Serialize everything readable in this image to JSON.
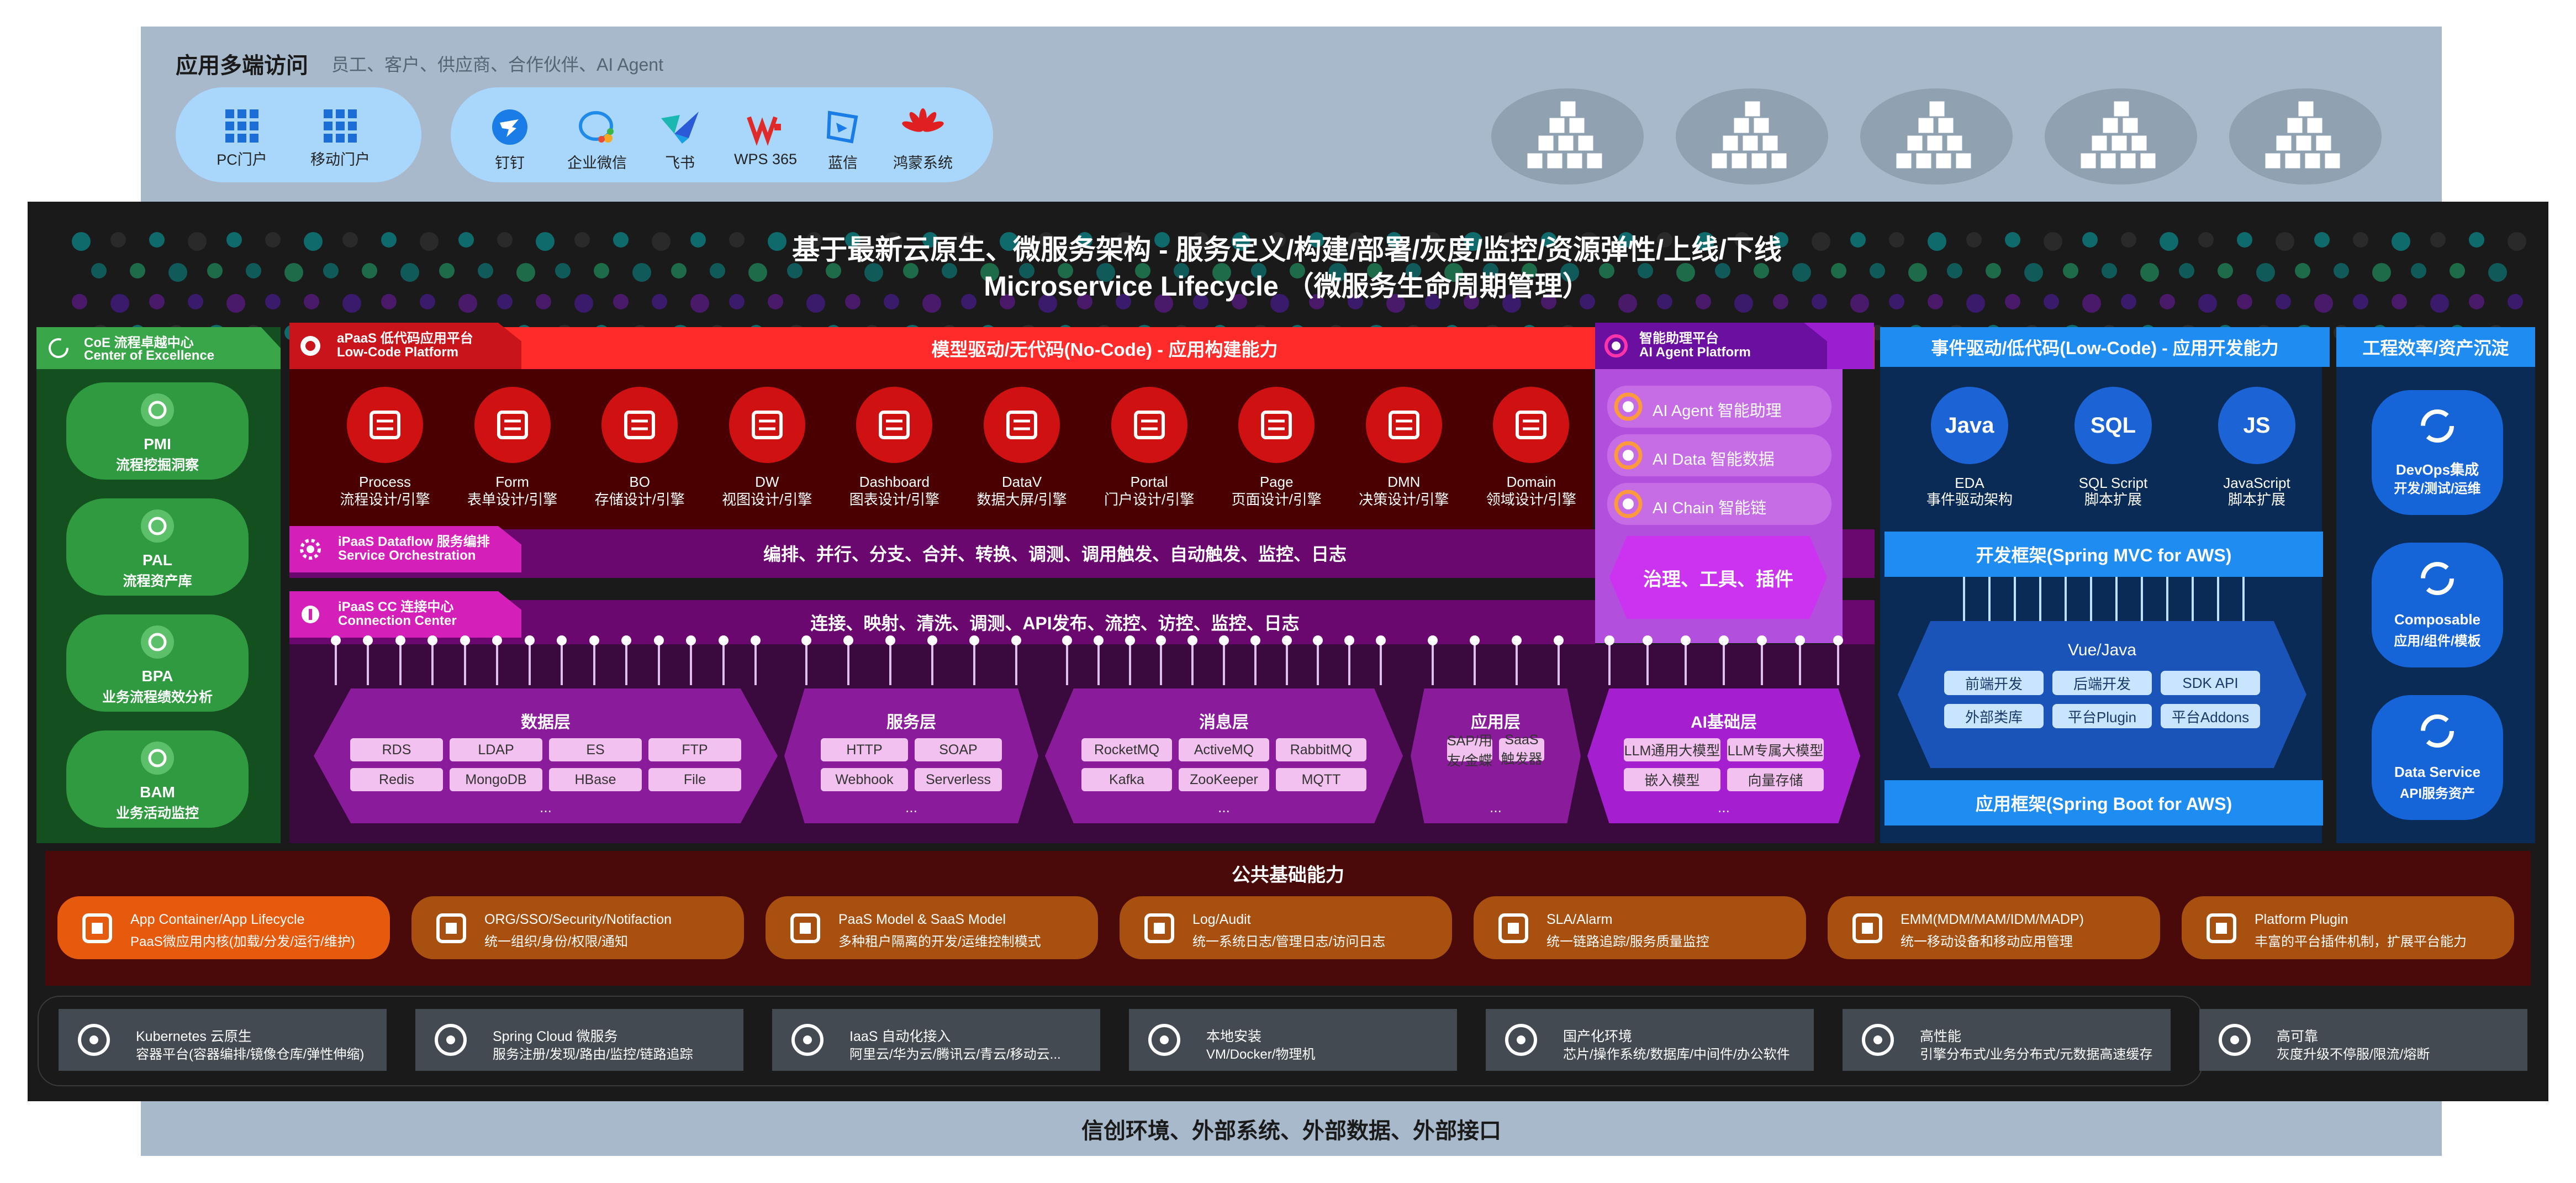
{
  "access": {
    "title": "应用多端访问",
    "subtitle": "员工、客户、供应商、合作伙伴、AI Agent",
    "portals": [
      "PC门户",
      "移动门户"
    ],
    "channels": [
      "钉钉",
      "企业微信",
      "飞书",
      "WPS 365",
      "蓝信",
      "鸿蒙系统"
    ]
  },
  "lifecycle": {
    "title": "基于最新云原生、微服务架构 - 服务定义/构建/部署/灰度/监控/资源弹性/上线/下线",
    "subtitle": "Microservice Lifecycle （微服务生命周期管理）"
  },
  "coe": {
    "badge_cn": "CoE 流程卓越中心",
    "badge_en": "Center of Excellence",
    "items": [
      {
        "name": "PMI",
        "desc": "流程挖掘洞察"
      },
      {
        "name": "PAL",
        "desc": "流程资产库"
      },
      {
        "name": "BPA",
        "desc": "业务流程绩效分析"
      },
      {
        "name": "BAM",
        "desc": "业务活动监控"
      }
    ]
  },
  "apaas": {
    "badge_cn": "aPaaS 低代码应用平台",
    "badge_en": "Low-Code Platform",
    "header": "模型驱动/无代码(No-Code) - 应用构建能力",
    "nodes": [
      {
        "en": "Process",
        "cn": "流程设计/引擎"
      },
      {
        "en": "Form",
        "cn": "表单设计/引擎"
      },
      {
        "en": "BO",
        "cn": "存储设计/引擎"
      },
      {
        "en": "DW",
        "cn": "视图设计/引擎"
      },
      {
        "en": "Dashboard",
        "cn": "图表设计/引擎"
      },
      {
        "en": "DataV",
        "cn": "数据大屏/引擎"
      },
      {
        "en": "Portal",
        "cn": "门户设计/引擎"
      },
      {
        "en": "Page",
        "cn": "页面设计/引擎"
      },
      {
        "en": "DMN",
        "cn": "决策设计/引擎"
      },
      {
        "en": "Domain",
        "cn": "领域设计/引擎"
      }
    ]
  },
  "ai": {
    "badge_cn": "智能助理平台",
    "badge_en": "AI Agent Platform",
    "items": [
      "AI Agent 智能助理",
      "AI Data 智能数据",
      "AI Chain 智能链"
    ],
    "governance": "治理、工具、插件"
  },
  "dataflow": {
    "badge_cn": "iPaaS Dataflow 服务编排",
    "badge_en": "Service Orchestration",
    "text": "编排、并行、分支、合并、转换、调测、调用触发、自动触发、监控、日志"
  },
  "cc": {
    "badge_cn": "iPaaS CC 连接中心",
    "badge_en": "Connection Center",
    "text": "连接、映射、清洗、调测、API发布、流控、访控、监控、日志"
  },
  "layers": [
    {
      "title": "数据层",
      "chips": [
        "RDS",
        "LDAP",
        "ES",
        "FTP",
        "Redis",
        "MongoDB",
        "HBase",
        "File"
      ],
      "more": "..."
    },
    {
      "title": "服务层",
      "chips": [
        "HTTP",
        "SOAP",
        "Webhook",
        "Serverless"
      ],
      "more": "..."
    },
    {
      "title": "消息层",
      "chips": [
        "RocketMQ",
        "ActiveMQ",
        "RabbitMQ",
        "Kafka",
        "ZooKeeper",
        "MQTT"
      ],
      "more": "..."
    },
    {
      "title": "应用层",
      "chips": [
        "SAP/用友/金蝶",
        "SaaS触发器"
      ],
      "more": "..."
    },
    {
      "title": "AI基础层",
      "chips": [
        "LLM通用大模型",
        "LLM专属大模型",
        "嵌入模型",
        "向量存储"
      ],
      "more": "..."
    }
  ],
  "lowcode": {
    "header": "事件驱动/低代码(Low-Code) - 应用开发能力",
    "nodes": [
      {
        "en": "EDA",
        "cn": "事件驱动架构",
        "icon_text": "Java"
      },
      {
        "en": "SQL Script",
        "cn": "脚本扩展",
        "icon_text": "SQL"
      },
      {
        "en": "JavaScript",
        "cn": "脚本扩展",
        "icon_text": "JS"
      }
    ],
    "framework_mvc": "开发框架(Spring MVC for AWS)",
    "vue": "Vue/Java",
    "vue_chips": [
      "前端开发",
      "后端开发",
      "SDK API",
      "外部类库",
      "平台Plugin",
      "平台Addons"
    ],
    "framework_boot": "应用框架(Spring Boot for AWS)"
  },
  "eng": {
    "header": "工程效率/资产沉淀",
    "items": [
      {
        "en": "DevOps集成",
        "cn": "开发/测试/运维"
      },
      {
        "en": "Composable",
        "cn": "应用/组件/模板"
      },
      {
        "en": "Data Service",
        "cn": "API服务资产"
      }
    ]
  },
  "common": {
    "title": "公共基础能力",
    "items": [
      {
        "en": "App Container/App Lifecycle",
        "cn": "PaaS微应用内核(加载/分发/运行/维护)"
      },
      {
        "en": "ORG/SSO/Security/Notifaction",
        "cn": "统一组织/身份/权限/通知"
      },
      {
        "en": "PaaS Model & SaaS Model",
        "cn": "多种租户隔离的开发/运维控制模式"
      },
      {
        "en": "Log/Audit",
        "cn": "统一系统日志/管理日志/访问日志"
      },
      {
        "en": "SLA/Alarm",
        "cn": "统一链路追踪/服务质量监控"
      },
      {
        "en": "EMM(MDM/MAM/IDM/MADP)",
        "cn": "统一移动设备和移动应用管理"
      },
      {
        "en": "Platform Plugin",
        "cn": "丰富的平台插件机制，扩展平台能力"
      }
    ]
  },
  "infra": [
    {
      "en": "Kubernetes 云原生",
      "cn": "容器平台(容器编排/镜像仓库/弹性伸缩)"
    },
    {
      "en": "Spring Cloud 微服务",
      "cn": "服务注册/发现/路由/监控/链路追踪"
    },
    {
      "en": "IaaS 自动化接入",
      "cn": "阿里云/华为云/腾讯云/青云/移动云..."
    },
    {
      "en": "本地安装",
      "cn": "VM/Docker/物理机"
    },
    {
      "en": "国产化环境",
      "cn": "芯片/操作系统/数据库/中间件/办公软件"
    },
    {
      "en": "高性能",
      "cn": "引擎分布式/业务分布式/元数据高速缓存"
    },
    {
      "en": "高可靠",
      "cn": "灰度升级不停服/限流/熔断"
    }
  ],
  "footer": "信创环境、外部系统、外部数据、外部接口",
  "colors": {
    "apaas_red": "#ff2b2b",
    "ai_purple": "#9b1fd1",
    "lowcode_blue": "#1e8cf0",
    "coe_green": "#3aa64a",
    "common_orange": "#a8500f"
  }
}
